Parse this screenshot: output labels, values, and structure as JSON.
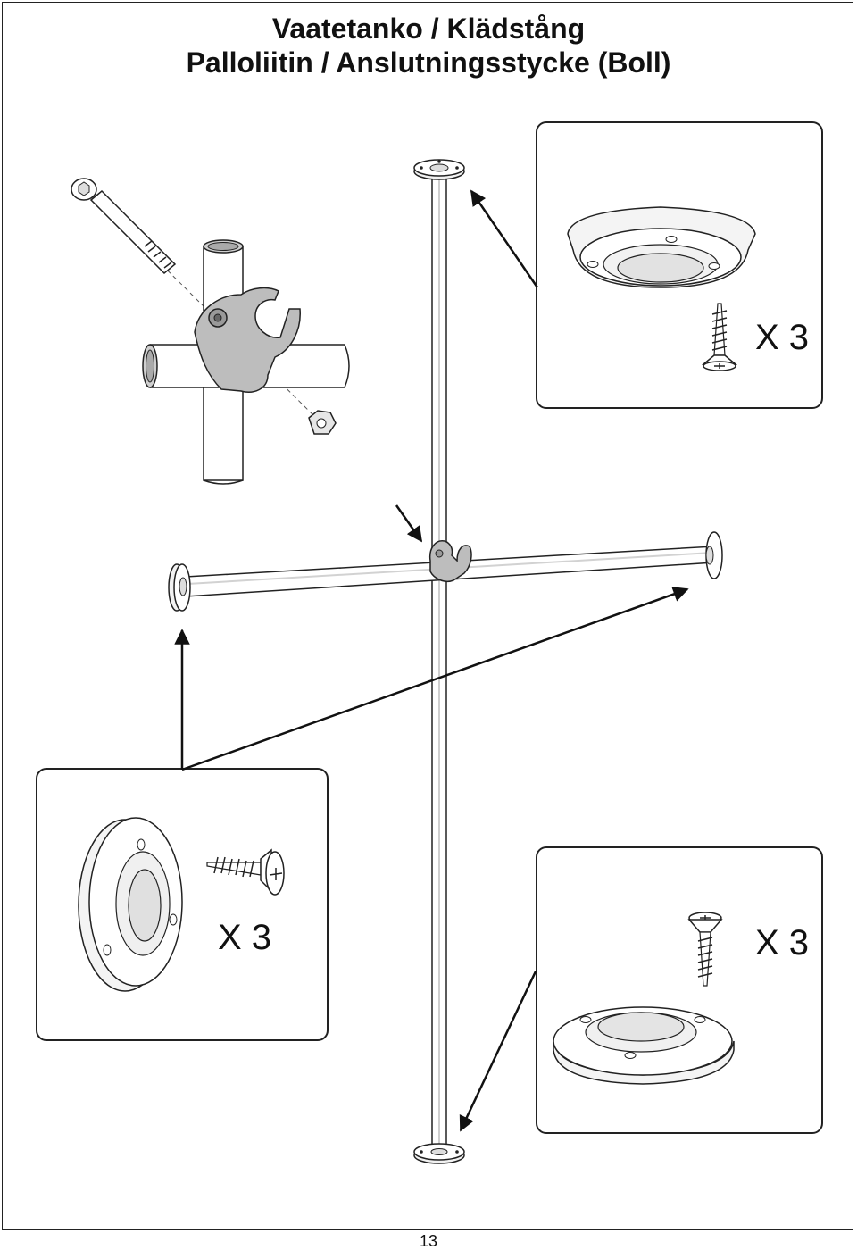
{
  "document": {
    "title_line1": "Vaatetanko / Klädstång",
    "title_line2": "Palloliitin / Anslutningsstycke (Boll)",
    "page_number": "13"
  },
  "details": {
    "ceiling_flange": {
      "quantity_label": "X 3"
    },
    "wall_flange": {
      "quantity_label": "X 3"
    },
    "floor_flange": {
      "quantity_label": "X 3"
    }
  },
  "icons": {
    "pole": "vertical-pole",
    "rail": "horizontal-rail",
    "connector": "ball-connector",
    "bolt": "hex-socket-bolt",
    "nut": "hex-nut",
    "screw": "wood-screw",
    "flange": "round-flange"
  }
}
